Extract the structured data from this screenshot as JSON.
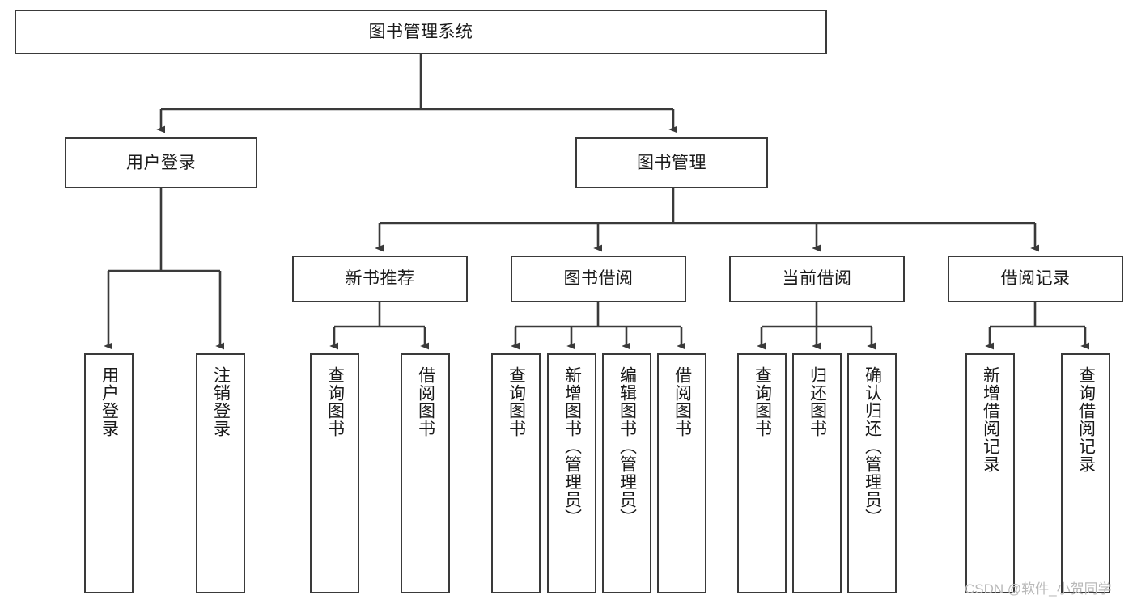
{
  "diagram": {
    "type": "hierarchy-tree",
    "title": "图书管理系统",
    "orientation": "top-down",
    "colors": {
      "box_border": "#3a3a3a",
      "box_fill": "#ffffff",
      "connector": "#3a3a3a",
      "text": "#1a1a1a",
      "watermark": "#b9b9b9"
    },
    "nodes": {
      "root": {
        "label": "图书管理系统"
      },
      "level2": [
        {
          "label": "用户登录"
        },
        {
          "label": "图书管理"
        }
      ],
      "level3": [
        {
          "label": "新书推荐"
        },
        {
          "label": "图书借阅"
        },
        {
          "label": "当前借阅"
        },
        {
          "label": "借阅记录"
        }
      ],
      "leaves": {
        "user_login": [
          {
            "label": "用户登录"
          },
          {
            "label": "注销登录"
          }
        ],
        "new_book_recommend": [
          {
            "label": "查询图书"
          },
          {
            "label": "借阅图书"
          }
        ],
        "book_borrow": [
          {
            "label": "查询图书"
          },
          {
            "label": "新增图书（管理员）"
          },
          {
            "label": "编辑图书（管理员）"
          },
          {
            "label": "借阅图书"
          }
        ],
        "current_borrow": [
          {
            "label": "查询图书"
          },
          {
            "label": "归还图书"
          },
          {
            "label": "确认归还（管理员）"
          }
        ],
        "borrow_record": [
          {
            "label": "新增借阅记录"
          },
          {
            "label": "查询借阅记录"
          }
        ]
      }
    },
    "watermark": "CSDN @软件_小贺同学"
  }
}
